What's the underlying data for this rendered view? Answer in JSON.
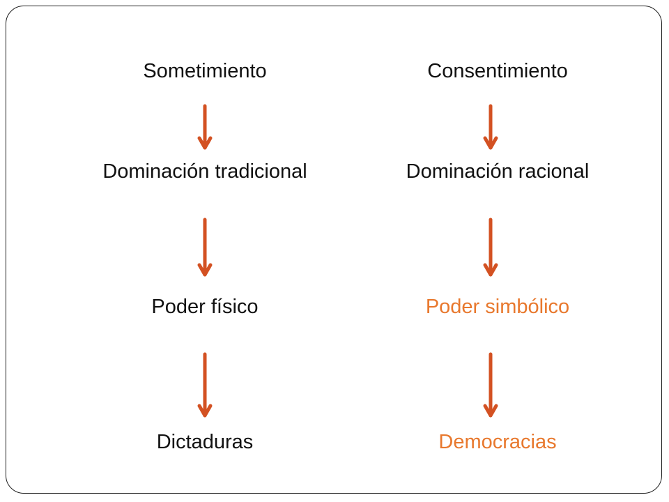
{
  "colors": {
    "text": "#111111",
    "accent": "#e8782d",
    "arrow": "#d35122",
    "frame": "#1e1e1e"
  },
  "left_column": [
    {
      "label": "Sometimiento",
      "highlight": false
    },
    {
      "label": "Dominación tradicional",
      "highlight": false
    },
    {
      "label": "Poder físico",
      "highlight": false
    },
    {
      "label": "Dictaduras",
      "highlight": false
    }
  ],
  "right_column": [
    {
      "label": "Consentimiento",
      "highlight": false
    },
    {
      "label": "Dominación racional",
      "highlight": false
    },
    {
      "label": "Poder simbólico",
      "highlight": true
    },
    {
      "label": "Democracias",
      "highlight": true
    }
  ]
}
